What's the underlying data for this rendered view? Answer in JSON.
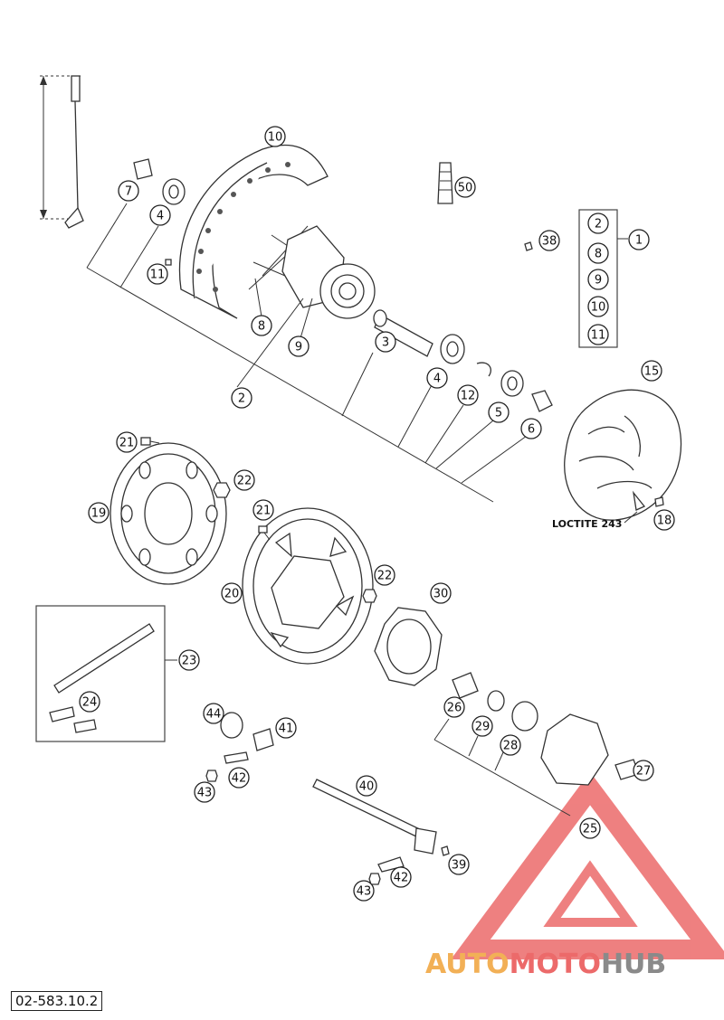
{
  "diagram": {
    "document_code": "02-583.10.2",
    "loctite_label": "LOCTITE 243",
    "kit_callout": "1",
    "kit_contents": [
      "2",
      "8",
      "9",
      "10",
      "11"
    ],
    "callouts": {
      "c1": "1",
      "c2": "2",
      "c3": "3",
      "c4a": "4",
      "c4b": "4",
      "c5": "5",
      "c6": "6",
      "c7": "7",
      "c8": "8",
      "c9": "9",
      "c10": "10",
      "c11": "11",
      "c12": "12",
      "c15": "15",
      "c18": "18",
      "c19": "19",
      "c20": "20",
      "c21a": "21",
      "c21b": "21",
      "c22a": "22",
      "c22b": "22",
      "c23": "23",
      "c24": "24",
      "c25": "25",
      "c26": "26",
      "c27": "27",
      "c28": "28",
      "c29": "29",
      "c30": "30",
      "c38": "38",
      "c39": "39",
      "c40": "40",
      "c41": "41",
      "c42a": "42",
      "c42b": "42",
      "c43a": "43",
      "c43b": "43",
      "c44": "44",
      "c50": "50"
    },
    "watermark": {
      "part1": "AUTO",
      "part2": "MOTO",
      "part3": "HUB",
      "color_orange": "#f2b056",
      "color_red": "#ec6a6a",
      "color_gray": "#8a8a8a"
    }
  }
}
